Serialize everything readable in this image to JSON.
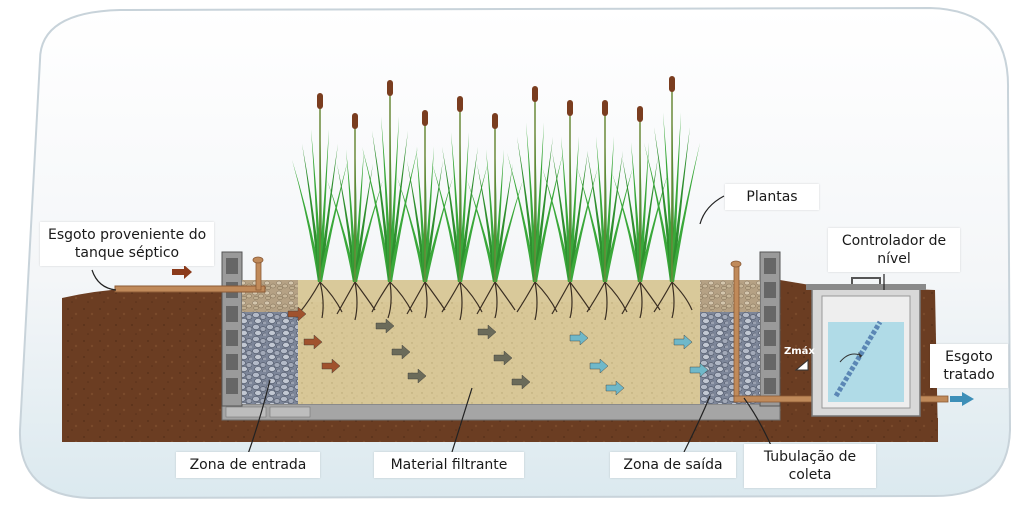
{
  "labels": {
    "inlet_line1": "Esgoto proveniente do",
    "inlet_line2": "tanque séptico",
    "plants": "Plantas",
    "controller_line1": "Controlador de",
    "controller_line2": "nível",
    "outlet_line1": "Esgoto",
    "outlet_line2": "tratado",
    "inlet_zone": "Zona de entrada",
    "filter_material": "Material filtrante",
    "outlet_zone": "Zona de saída",
    "collection_line1": "Tubulação de",
    "collection_line2": "coleta",
    "zmax": "Zmáx"
  },
  "colors": {
    "soil": "#6b3d22",
    "sand": "#d9c99a",
    "gravel": "#8d96a8",
    "wall": "#9a9a9a",
    "water": "#a8d8e6",
    "plant": "#2f8f2f",
    "arrow_brown": "#a0522d",
    "arrow_gray": "#6b6b5a",
    "arrow_blue": "#6fb8c9"
  },
  "icons": [
    "cattail-plant-icon",
    "flow-arrow-icon",
    "pipe-icon",
    "gravel-icon"
  ]
}
